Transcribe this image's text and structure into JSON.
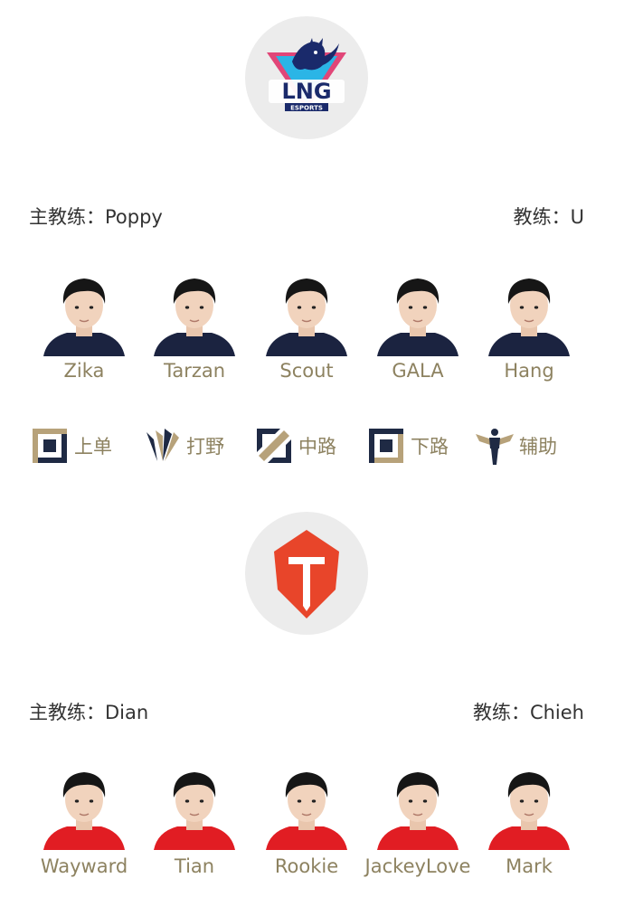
{
  "teams": [
    {
      "logo": "lng-esports-logo",
      "logo_text": "LNG",
      "logo_subtext": "ESPORTS",
      "head_coach_label": "主教练：",
      "head_coach": "Poppy",
      "coach_label": "教练：",
      "coach": "U",
      "jersey_color": "#1b2340",
      "players": [
        "Zika",
        "Tarzan",
        "Scout",
        "GALA",
        "Hang"
      ]
    },
    {
      "logo": "tes-logo",
      "head_coach_label": "主教练：",
      "head_coach": "Dian",
      "coach_label": "教练：",
      "coach": "Chieh",
      "jersey_color": "#e11d23",
      "players": [
        "Wayward",
        "Tian",
        "Rookie",
        "JackeyLove",
        "Mark"
      ]
    }
  ],
  "roles": [
    {
      "icon": "top-lane-icon",
      "label": "上单"
    },
    {
      "icon": "jungle-icon",
      "label": "打野"
    },
    {
      "icon": "mid-lane-icon",
      "label": "中路"
    },
    {
      "icon": "bot-lane-icon",
      "label": "下路"
    },
    {
      "icon": "support-icon",
      "label": "辅助"
    }
  ],
  "colors": {
    "name_gold": "#8d8260",
    "icon_gold": "#b7a27a",
    "icon_navy": "#1f2a44",
    "tes_red": "#e8452a",
    "lng_blue": "#2bb5e6",
    "lng_pink": "#e0346b"
  }
}
